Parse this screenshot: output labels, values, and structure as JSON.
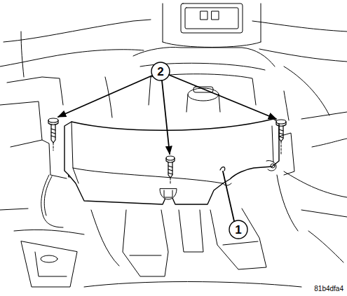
{
  "diagram": {
    "labels": [
      "2",
      "1",
      "81b4dfa4"
    ]
  }
}
